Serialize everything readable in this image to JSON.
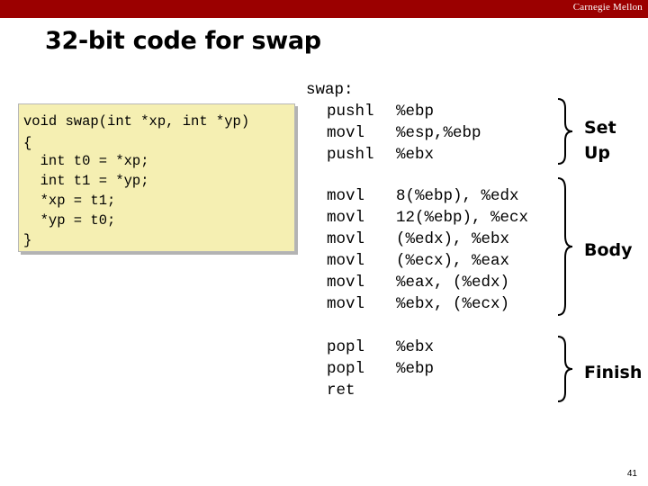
{
  "header": {
    "brand": "Carnegie Mellon"
  },
  "slide": {
    "title": "32-bit code for swap",
    "page_number": "41"
  },
  "c_code": [
    "void swap(int *xp, int *yp)",
    "{",
    "  int t0 = *xp;",
    "  int t1 = *yp;",
    "  *xp = t1;",
    "  *yp = t0;",
    "}"
  ],
  "asm": {
    "label": "swap:",
    "setup": [
      {
        "op": "pushl",
        "args": "%ebp"
      },
      {
        "op": "movl",
        "args": "%esp,%ebp"
      },
      {
        "op": "pushl",
        "args": "%ebx"
      }
    ],
    "body": [
      {
        "op": "movl",
        "args": "8(%ebp), %edx"
      },
      {
        "op": "movl",
        "args": "12(%ebp), %ecx"
      },
      {
        "op": "movl",
        "args": "(%edx), %ebx"
      },
      {
        "op": "movl",
        "args": "(%ecx), %eax"
      },
      {
        "op": "movl",
        "args": "%eax, (%edx)"
      },
      {
        "op": "movl",
        "args": "%ebx, (%ecx)"
      }
    ],
    "finish": [
      {
        "op": "popl",
        "args": "%ebx"
      },
      {
        "op": "popl",
        "args": "%ebp"
      },
      {
        "op": "ret",
        "args": ""
      }
    ]
  },
  "sections": {
    "setup_label_line1": "Set",
    "setup_label_line2": "Up",
    "body_label": "Body",
    "finish_label": "Finish"
  }
}
